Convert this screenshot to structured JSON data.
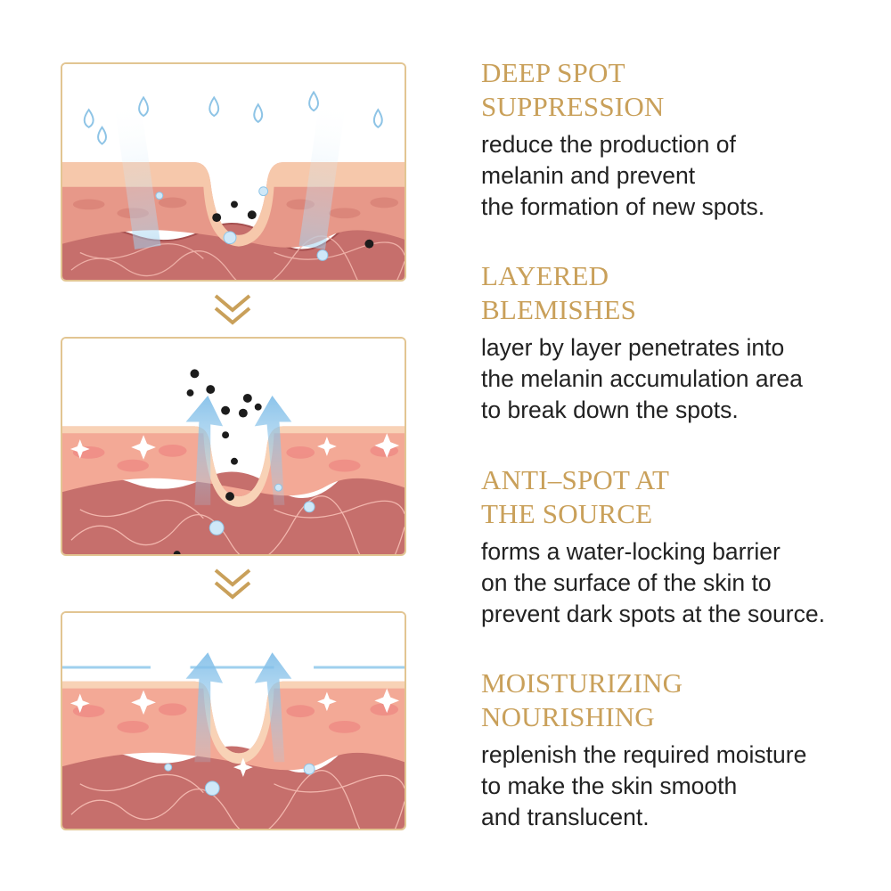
{
  "features": [
    {
      "title": [
        "DEEP SPOT",
        "SUPPRESSION"
      ],
      "desc": [
        "reduce the production of",
        "melanin and prevent",
        "the formation of new spots."
      ]
    },
    {
      "title": [
        "LAYERED",
        "BLEMISHES"
      ],
      "desc": [
        "layer by layer penetrates into",
        "the melanin accumulation area",
        "to break down the spots."
      ]
    },
    {
      "title": [
        "ANTI–SPOT AT",
        "THE SOURCE"
      ],
      "desc": [
        "forms a water-locking barrier",
        "on the surface of the skin to",
        "prevent dark spots at the source."
      ]
    },
    {
      "title": [
        "MOISTURIZING",
        "NOURISHING"
      ],
      "desc": [
        "replenish the required moisture",
        "to make the skin smooth",
        "and translucent."
      ]
    }
  ],
  "colors": {
    "accent_gold": "#c9a05a",
    "panel_border": "#e2c592",
    "skin_top": "#f6c8ab",
    "dermis": "#c66f6c",
    "water": "#9fd0ee"
  },
  "icons": [
    "water-drop-icon",
    "melanin-particle-icon",
    "sparkle-icon",
    "upward-arrow-icon",
    "chevron-down-icon"
  ]
}
